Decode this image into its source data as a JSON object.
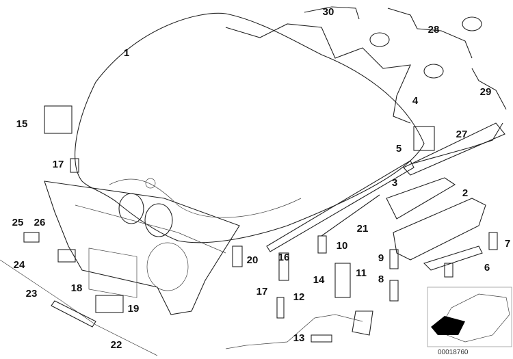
{
  "diagram": {
    "part_labels": [
      "1",
      "2",
      "3",
      "4",
      "5",
      "6",
      "7",
      "8",
      "9",
      "10",
      "11",
      "12",
      "13",
      "14",
      "15",
      "16",
      "17",
      "17",
      "18",
      "19",
      "20",
      "21",
      "22",
      "23",
      "24",
      "25",
      "26",
      "27",
      "28",
      "29",
      "30"
    ],
    "diagram_code": "00018760",
    "colors": {
      "line": "#222222",
      "highlight": "#000000",
      "background": "#ffffff"
    }
  }
}
